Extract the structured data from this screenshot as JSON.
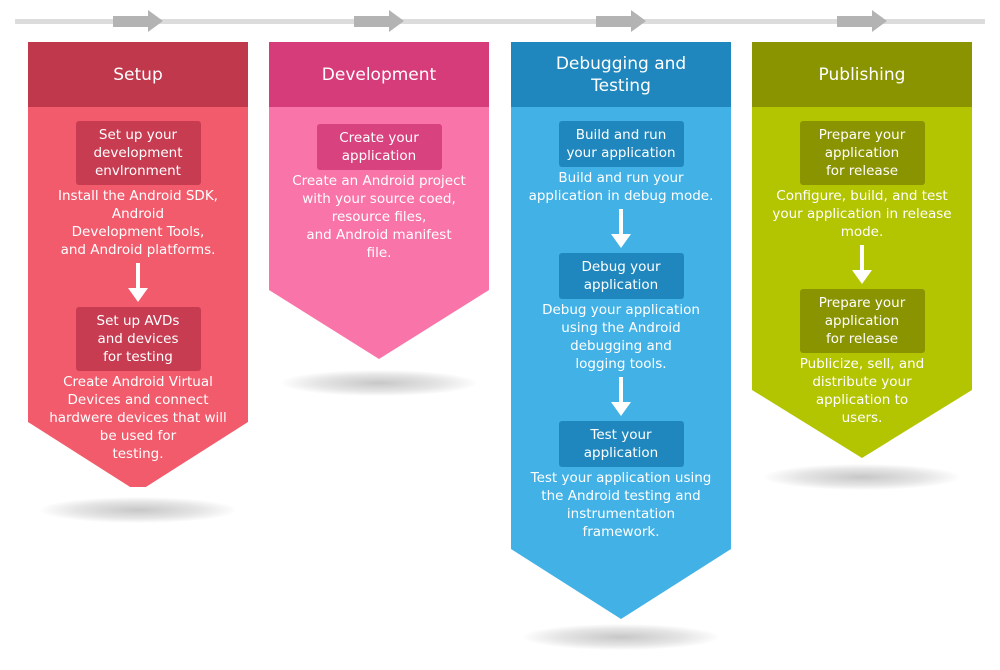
{
  "timeline": {
    "arrows": [
      "arrow-1",
      "arrow-2",
      "arrow-3",
      "arrow-4"
    ]
  },
  "columns": [
    {
      "id": "setup",
      "title": "Setup",
      "colors": {
        "header": "#c0384c",
        "body": "#f15b6c",
        "box": "#c73c51"
      },
      "steps": [
        {
          "label": "Set up your\ndevelopment\nenvlronment",
          "description": "Install the Android SDK,\nAndroid\nDevelopment Tools,\nand Android platforms."
        },
        {
          "label": "Set up AVDs\nand devices\nfor testing",
          "description": "Create Android Virtual\nDevices and connect\nhardwere devices that will\nbe used for\ntesting."
        }
      ]
    },
    {
      "id": "development",
      "title": "Development",
      "colors": {
        "header": "#d63c79",
        "body": "#f974a8",
        "box": "#d7427f"
      },
      "steps": [
        {
          "label": "Create your\napplication",
          "description": "Create an Android project\nwith your source coed,\nresource files,\nand Android manifest\nfile."
        }
      ]
    },
    {
      "id": "debugging",
      "title": "Debugging and\nTesting",
      "colors": {
        "header": "#1f87bd",
        "body": "#41b1e6",
        "box": "#1f87bd"
      },
      "steps": [
        {
          "label": "Build and run\nyour application",
          "description": "Build and run your\napplication in debug mode."
        },
        {
          "label": "Debug your\napplication",
          "description": "Debug your application\nusing the Android\ndebugging and\nlogging tools."
        },
        {
          "label": "Test your\napplication",
          "description": "Test your application using\nthe Android testing and\ninstrumentation\nframework."
        }
      ]
    },
    {
      "id": "publishing",
      "title": "Publishing",
      "colors": {
        "header": "#8a9400",
        "body": "#b3c400",
        "box": "#8a9400"
      },
      "steps": [
        {
          "label": "Prepare your\napplication\nfor release",
          "description": "Configure, build, and test\nyour application in release\nmode."
        },
        {
          "label": "Prepare your\napplication\nfor release",
          "description": "Publicize, sell, and\ndistribute your\napplication to\nusers."
        }
      ]
    }
  ]
}
